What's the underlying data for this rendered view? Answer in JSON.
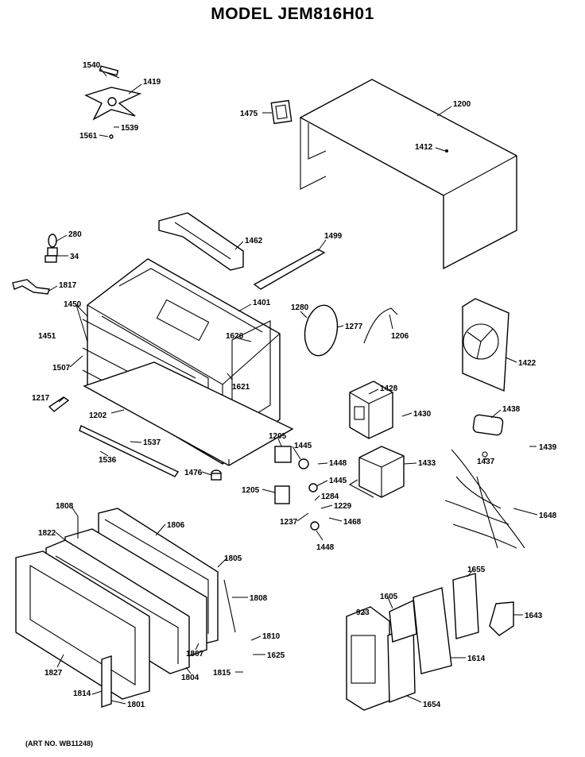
{
  "title": "MODEL JEM816H01",
  "art_number": "(ART NO. WB11248)",
  "callouts": [
    {
      "id": "c1540",
      "label": "1540"
    },
    {
      "id": "c1419",
      "label": "1419"
    },
    {
      "id": "c1561",
      "label": "1561"
    },
    {
      "id": "c1539",
      "label": "1539"
    },
    {
      "id": "c1475",
      "label": "1475"
    },
    {
      "id": "c1200",
      "label": "1200"
    },
    {
      "id": "c1412",
      "label": "1412"
    },
    {
      "id": "c280",
      "label": "280"
    },
    {
      "id": "c34",
      "label": "34"
    },
    {
      "id": "c1462",
      "label": "1462"
    },
    {
      "id": "c1499",
      "label": "1499"
    },
    {
      "id": "c1817",
      "label": "1817"
    },
    {
      "id": "c1450",
      "label": "1450"
    },
    {
      "id": "c1401",
      "label": "1401"
    },
    {
      "id": "c1280",
      "label": "1280"
    },
    {
      "id": "c1277",
      "label": "1277"
    },
    {
      "id": "c1206",
      "label": "1206"
    },
    {
      "id": "c1451",
      "label": "1451"
    },
    {
      "id": "c1626",
      "label": "1626"
    },
    {
      "id": "c1422",
      "label": "1422"
    },
    {
      "id": "c1507",
      "label": "1507"
    },
    {
      "id": "c1621",
      "label": "1621"
    },
    {
      "id": "c1428",
      "label": "1428"
    },
    {
      "id": "c1217",
      "label": "1217"
    },
    {
      "id": "c1430",
      "label": "1430"
    },
    {
      "id": "c1438",
      "label": "1438"
    },
    {
      "id": "c1202",
      "label": "1202"
    },
    {
      "id": "c1205a",
      "label": "1205"
    },
    {
      "id": "c1445a",
      "label": "1445"
    },
    {
      "id": "c1537",
      "label": "1537"
    },
    {
      "id": "c1448a",
      "label": "1448"
    },
    {
      "id": "c1433",
      "label": "1433"
    },
    {
      "id": "c1437",
      "label": "1437"
    },
    {
      "id": "c1439",
      "label": "1439"
    },
    {
      "id": "c1536",
      "label": "1536"
    },
    {
      "id": "c1476",
      "label": "1476"
    },
    {
      "id": "c1205b",
      "label": "1205"
    },
    {
      "id": "c1445b",
      "label": "1445"
    },
    {
      "id": "c1284",
      "label": "1284"
    },
    {
      "id": "c1229",
      "label": "1229"
    },
    {
      "id": "c1237",
      "label": "1237"
    },
    {
      "id": "c1468",
      "label": "1468"
    },
    {
      "id": "c1448b",
      "label": "1448"
    },
    {
      "id": "c1648",
      "label": "1648"
    },
    {
      "id": "c1808a",
      "label": "1808"
    },
    {
      "id": "c1806",
      "label": "1806"
    },
    {
      "id": "c1822",
      "label": "1822"
    },
    {
      "id": "c1805",
      "label": "1805"
    },
    {
      "id": "c1808b",
      "label": "1808"
    },
    {
      "id": "c1655",
      "label": "1655"
    },
    {
      "id": "c1605",
      "label": "1605"
    },
    {
      "id": "c923",
      "label": "923"
    },
    {
      "id": "c1643",
      "label": "1643"
    },
    {
      "id": "c1810",
      "label": "1810"
    },
    {
      "id": "c1625",
      "label": "1625"
    },
    {
      "id": "c1807",
      "label": "1807"
    },
    {
      "id": "c1614",
      "label": "1614"
    },
    {
      "id": "c1827",
      "label": "1827"
    },
    {
      "id": "c1804",
      "label": "1804"
    },
    {
      "id": "c1815",
      "label": "1815"
    },
    {
      "id": "c1814",
      "label": "1814"
    },
    {
      "id": "c1801",
      "label": "1801"
    },
    {
      "id": "c1654",
      "label": "1654"
    }
  ]
}
